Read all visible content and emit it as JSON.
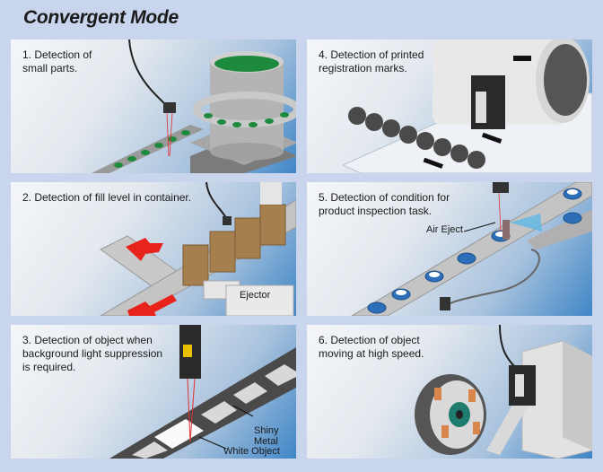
{
  "title": "Convergent Mode",
  "panels": [
    {
      "caption": "1. Detection of\nsmall parts."
    },
    {
      "caption": "2. Detection of fill level in container.",
      "label": "Ejector"
    },
    {
      "caption": "3. Detection of object when\nbackground light suppression\nis required.",
      "labels": [
        "Shiny Metal",
        "White Object"
      ]
    },
    {
      "caption": "4. Detection of printed\nregistration marks."
    },
    {
      "caption": "5. Detection of condition for\nproduct inspection task.",
      "label": "Air Eject"
    },
    {
      "caption": "6. Detection of object\nmoving at high speed."
    }
  ],
  "colors": {
    "background": "#c8d5ec",
    "parts": "#1e8a3e",
    "arrow": "#e8231c",
    "box": "#a57f4e",
    "cup": "#2c6fb8"
  }
}
